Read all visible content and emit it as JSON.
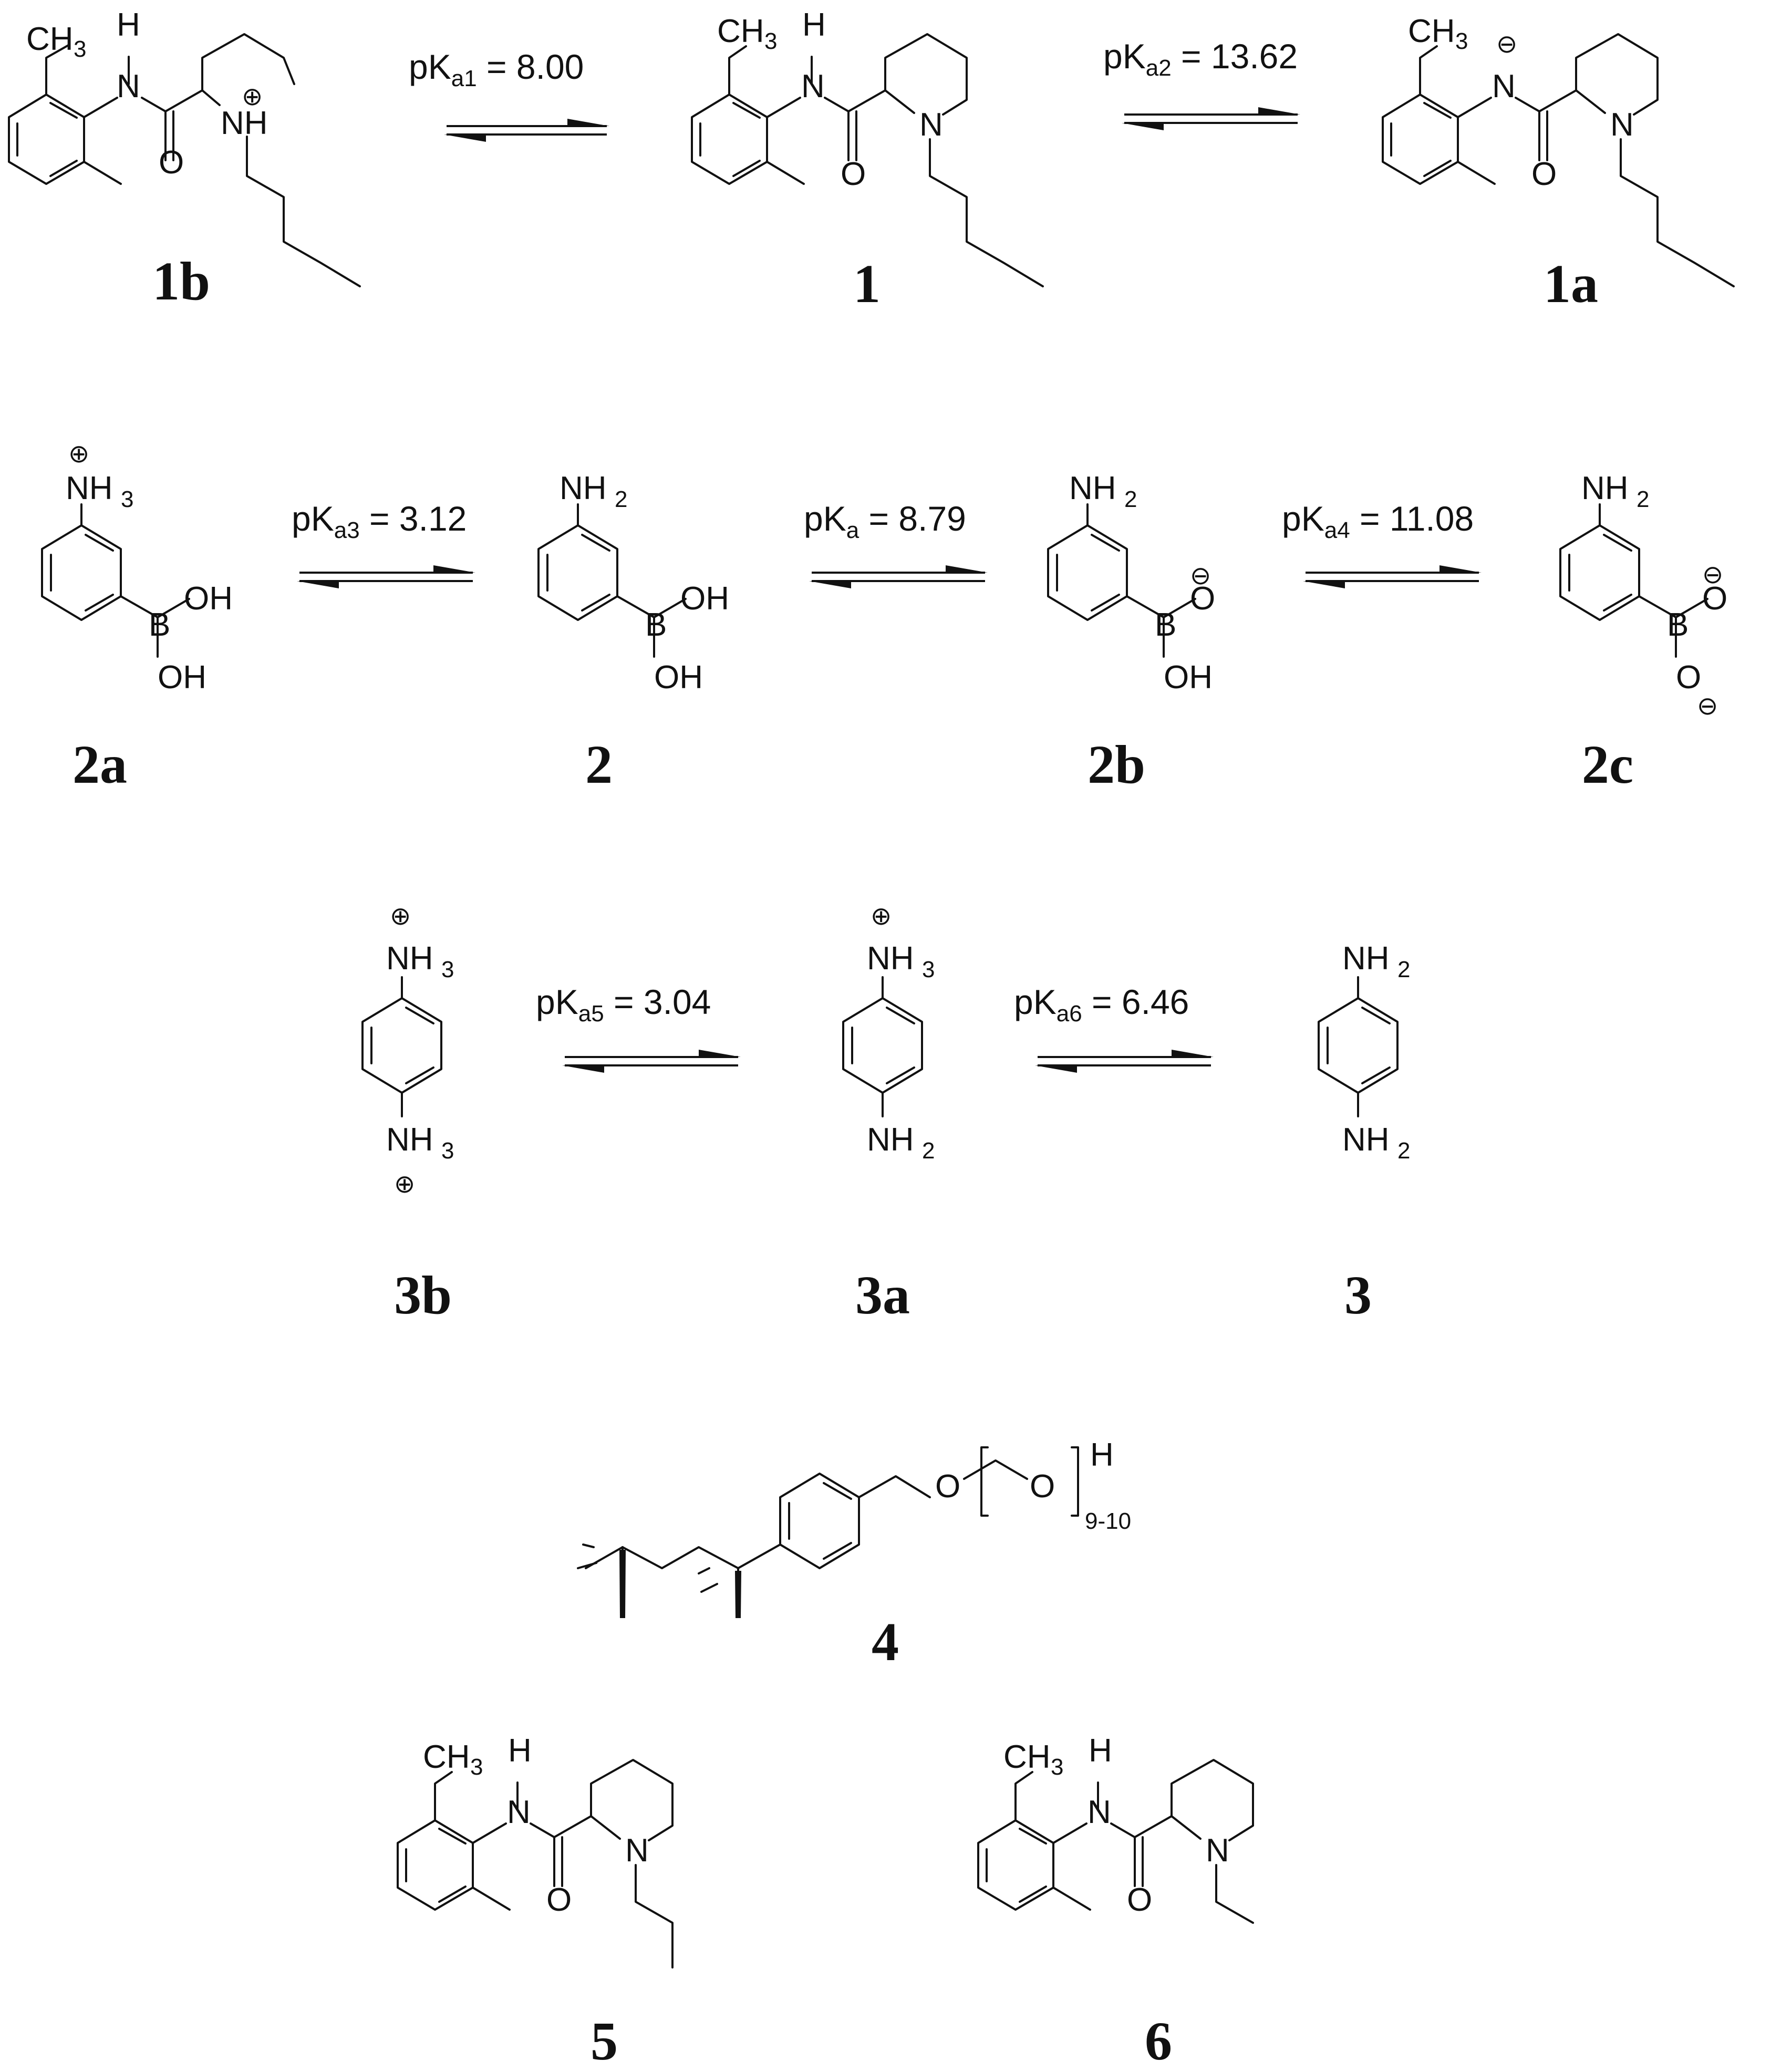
{
  "compounds": {
    "c1b": "1b",
    "c1": "1",
    "c1a": "1a",
    "c2a": "2a",
    "c2": "2",
    "c2b": "2b",
    "c2c": "2c",
    "c3b": "3b",
    "c3a": "3a",
    "c3": "3",
    "c4": "4",
    "c5": "5",
    "c6": "6"
  },
  "equilibria": {
    "pka1": {
      "label": "pK",
      "sub": "a1",
      "value": " = 8.00"
    },
    "pka2": {
      "label": "pK",
      "sub": "a2",
      "value": " = 13.62"
    },
    "pka3": {
      "label": "pK",
      "sub": "a3",
      "value": " = 3.12"
    },
    "pka": {
      "label": "pK",
      "sub": "a",
      "value": " = 8.79"
    },
    "pka4": {
      "label": "pK",
      "sub": "a4",
      "value": " = 11.08"
    },
    "pka5": {
      "label": "pK",
      "sub": "a5",
      "value": " = 3.04"
    },
    "pka6": {
      "label": "pK",
      "sub": "a6",
      "value": " = 6.46"
    }
  },
  "atoms": {
    "CH": "CH",
    "sub3": "3",
    "sub2": "2",
    "H": "H",
    "N": "N",
    "NH": "NH",
    "O": "O",
    "OH": "OH",
    "B": "B",
    "NH2_main": "NH",
    "NH3_main": "NH",
    "plus": "⊕",
    "minus": "⊖",
    "repeat": "9-10"
  }
}
